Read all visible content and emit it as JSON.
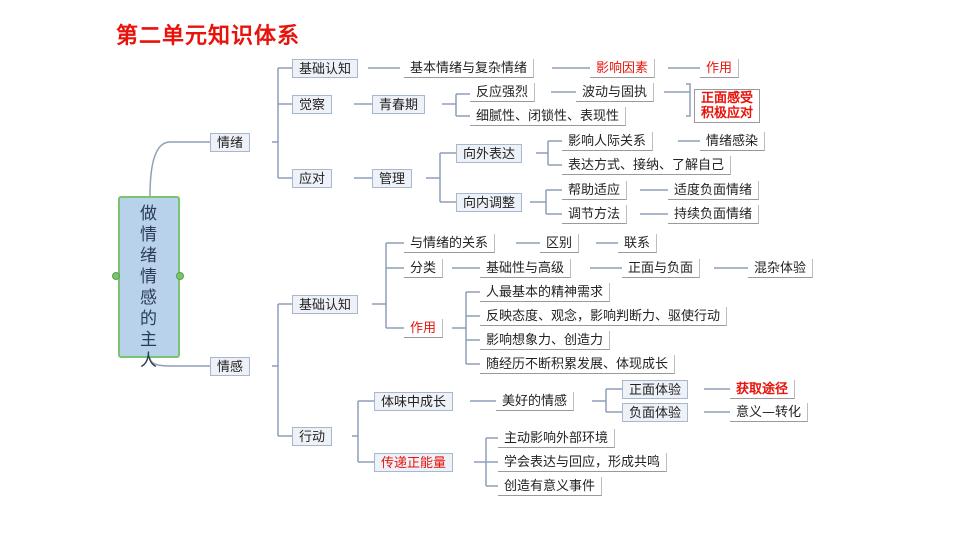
{
  "title": "第二单元知识体系",
  "root": {
    "label_chars": [
      "做",
      "情",
      "绪",
      "情",
      "感",
      "的",
      "主",
      "人"
    ]
  },
  "branch1": {
    "label": "情绪",
    "cognition": {
      "label": "基础认知",
      "item": "基本情绪与复杂情绪",
      "factor": "影响因素",
      "effect": "作用"
    },
    "awareness": {
      "label": "觉察",
      "sub": "青春期",
      "item1": "反应强烈",
      "item1b": "波动与固执",
      "item2": "细腻性、闭锁性、表现性",
      "note": [
        "正面感受",
        "积极应对"
      ]
    },
    "coping": {
      "label": "应对",
      "sub": "管理",
      "outward": "向外表达",
      "outward_a": "影响人际关系",
      "outward_a2": "情绪感染",
      "outward_b": "表达方式、接纳、了解自己",
      "inward": "向内调整",
      "inward_a": "帮助适应",
      "inward_a2": "适度负面情绪",
      "inward_b": "调节方法",
      "inward_b2": "持续负面情绪"
    }
  },
  "branch2": {
    "label": "情感",
    "cognition": {
      "label": "基础认知",
      "relation": "与情绪的关系",
      "diff": "区别",
      "link": "联系",
      "kinds": "分类",
      "kinds_a": "基础性与高级",
      "kinds_b": "正面与负面",
      "kinds_c": "混杂体验",
      "effect": "作用",
      "effects": [
        "人最基本的精神需求",
        "反映态度、观念，影响判断力、驱使行动",
        "影响想象力、创造力",
        "随经历不断积累发展、体现成长"
      ]
    },
    "action": {
      "label": "行动",
      "grow": "体味中成长",
      "good": "美好的情感",
      "pos": "正面体验",
      "pos2": "获取途径",
      "neg": "负面体验",
      "neg2": "意义—转化",
      "spread": "传递正能量",
      "spread_items": [
        "主动影响外部环境",
        "学会表达与回应，形成共鸣",
        "创造有意义事件"
      ]
    }
  },
  "colors": {
    "title": "#e8130b",
    "root_fill": "#b7d2ea",
    "root_border": "#7cc36f",
    "line": "#8e9fb8"
  }
}
